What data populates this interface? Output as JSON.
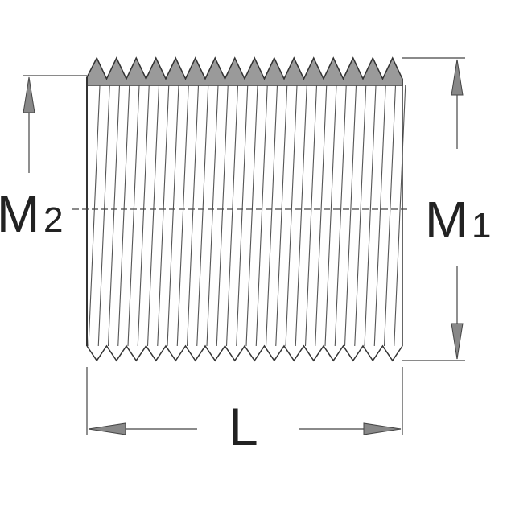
{
  "labels": {
    "m2_main": "M",
    "m2_sub": "2",
    "m1_main": "M",
    "m1_sub": "1",
    "length": "L"
  },
  "thread": {
    "fill": "#9a9a9a",
    "stroke": "#333333"
  }
}
